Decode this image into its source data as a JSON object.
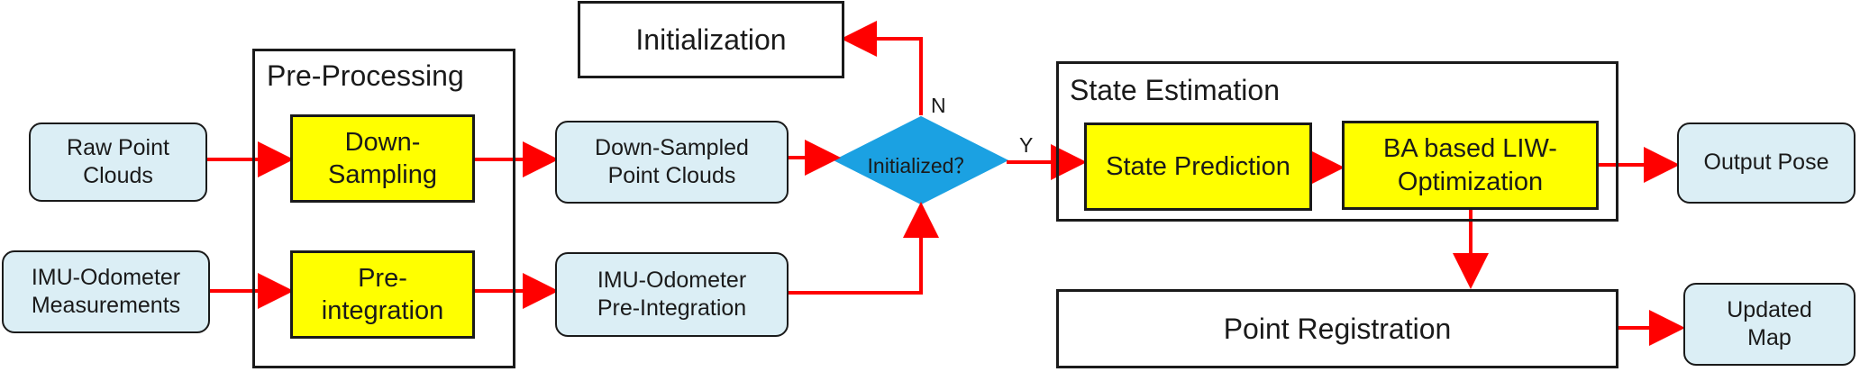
{
  "colors": {
    "arrow": "#ff0000",
    "input_fill": "#dbeef5",
    "process_fill": "#ffff00",
    "decision_fill": "#1ba1e2",
    "border": "#1a1a1a"
  },
  "nodes": {
    "raw_point_clouds": "Raw Point\nClouds",
    "imu_odometer_measurements": "IMU-Odometer\nMeasurements",
    "down_sampling": "Down-\nSampling",
    "pre_integration": "Pre-\nintegration",
    "down_sampled_point_clouds": "Down-Sampled\nPoint Clouds",
    "imu_odometer_pre_integration": "IMU-Odometer\nPre-Integration",
    "initialized": "Initialized？",
    "initialization": "Initialization",
    "state_prediction": "State Prediction",
    "ba_optimization": "BA based LIW-\nOptimization",
    "output_pose": "Output Pose",
    "point_registration": "Point Registration",
    "updated_map": "Updated\nMap"
  },
  "groups": {
    "pre_processing": "Pre-Processing",
    "state_estimation": "State Estimation"
  },
  "branches": {
    "no": "N",
    "yes": "Y"
  }
}
